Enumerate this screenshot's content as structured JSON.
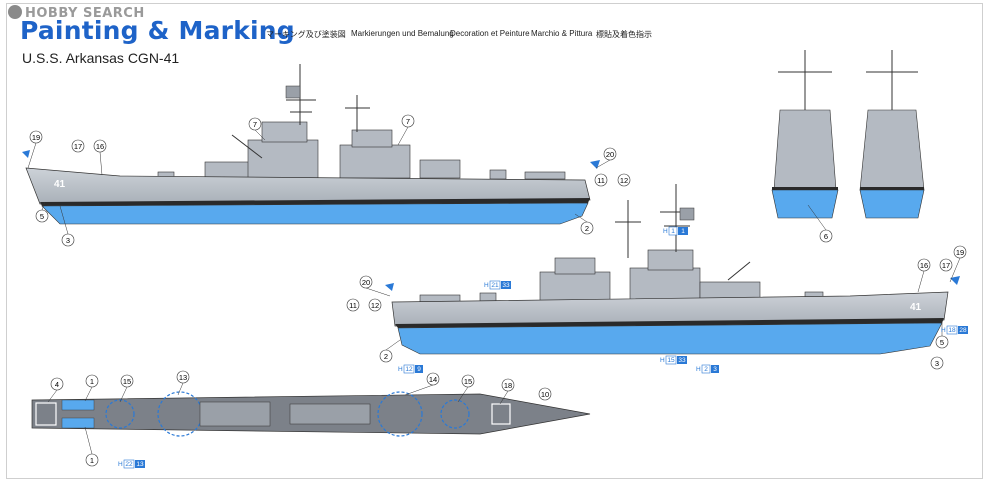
{
  "watermark": "HOBBY SEARCH",
  "header": {
    "title": "Painting & Marking",
    "subtitle": "U.S.S. Arkansas CGN-41",
    "languages": [
      "マーキング及び塗装図",
      "Markierungen und Bemalung",
      "Decoration et Peinture",
      "Marchio & Pittura",
      "標貼及着色指示"
    ]
  },
  "views": {
    "port_side": {
      "hull_number": "41",
      "callouts": [
        "19",
        "17",
        "16",
        "7",
        "7",
        "20",
        "11",
        "12",
        "5",
        "3",
        "2"
      ]
    },
    "starboard_side": {
      "hull_number": "41",
      "callouts": [
        "20",
        "11",
        "12",
        "2",
        "16",
        "17",
        "19",
        "5",
        "3"
      ],
      "color_codes": [
        {
          "h": "H",
          "code": "1",
          "num": "1"
        },
        {
          "h": "H",
          "code": "21",
          "num": "33"
        },
        {
          "h": "H",
          "code": "18",
          "num": "28"
        },
        {
          "h": "H",
          "code": "12",
          "num": "9"
        },
        {
          "h": "H",
          "code": "15",
          "num": "33"
        },
        {
          "h": "H",
          "code": "2",
          "num": "3"
        }
      ]
    },
    "front_rear": {
      "callouts": [
        "6"
      ]
    },
    "top_view": {
      "callouts": [
        "4",
        "1",
        "15",
        "13",
        "14",
        "15",
        "18",
        "10",
        "1"
      ],
      "color_codes": [
        {
          "h": "H",
          "code": "22",
          "num": "13"
        }
      ]
    }
  },
  "colors": {
    "title_blue": "#1e63c8",
    "hull_gray": "#b9bfc6",
    "underwater_blue": "#58a9ee",
    "boot_topping": "#2a2a2a",
    "deck_gray": "#7c8189",
    "code_blue": "#2a79d6"
  }
}
